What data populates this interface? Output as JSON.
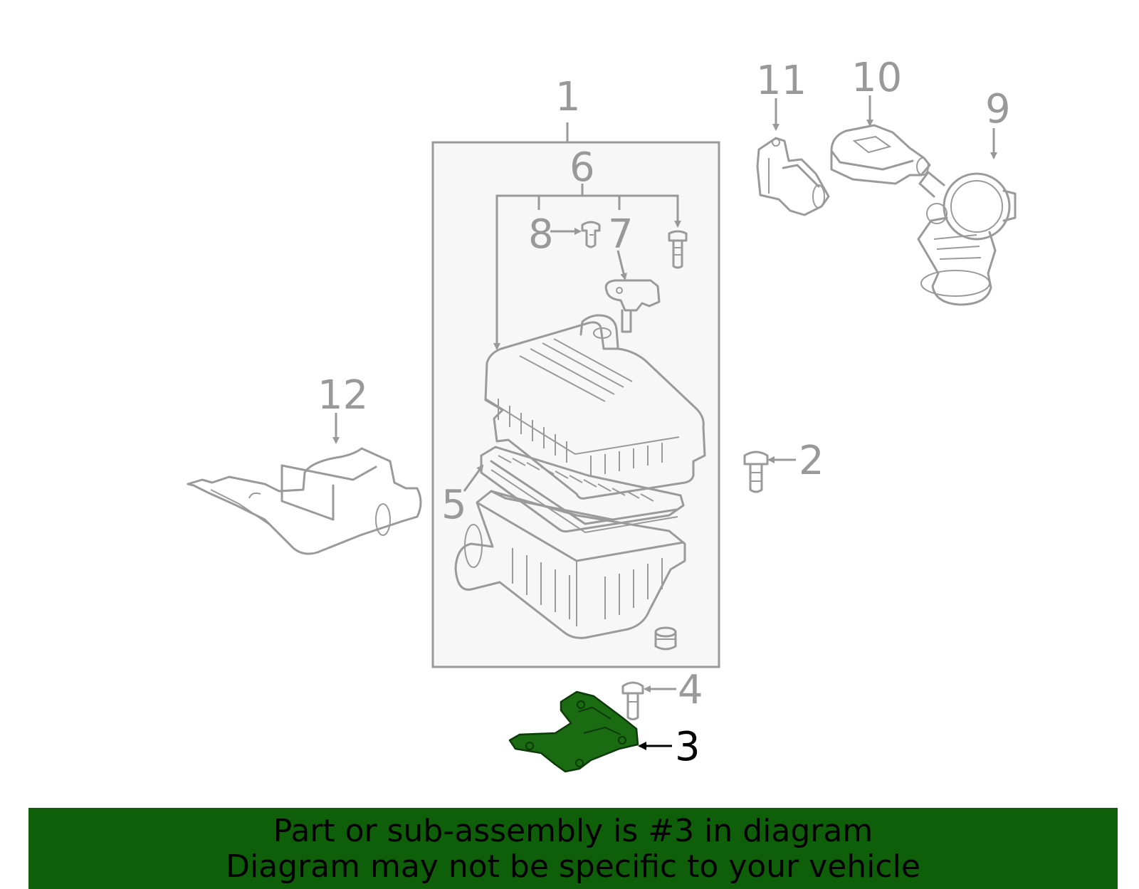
{
  "callouts": {
    "c1": "1",
    "c2": "2",
    "c3": "3",
    "c4": "4",
    "c5": "5",
    "c6": "6",
    "c7": "7",
    "c8": "8",
    "c9": "9",
    "c10": "10",
    "c11": "11",
    "c12": "12"
  },
  "highlight": {
    "part": "3",
    "color": "#1a6b12"
  },
  "banner": {
    "line1": "Part or sub-assembly is #3 in diagram",
    "line2": "Diagram may not be specific to your vehicle",
    "color": "#0f5f0a"
  },
  "icons": [
    "air-cleaner-assembly-icon",
    "bolt-icon",
    "bracket-icon",
    "air-filter-icon",
    "clip-icon",
    "sensor-icon",
    "throttle-hose-icon",
    "resonator-icon",
    "intake-duct-icon"
  ]
}
